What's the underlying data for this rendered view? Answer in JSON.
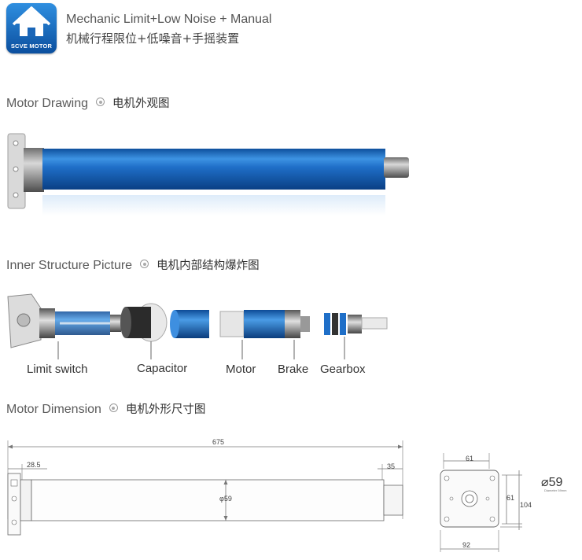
{
  "logo": {
    "text": "SCVE MOTOR"
  },
  "header": {
    "title_en": "Mechanic Limit+Low Noise + Manual",
    "title_cn": "机械行程限位+低噪音+手摇装置"
  },
  "sections": {
    "drawing": {
      "en": "Motor Drawing",
      "cn": "电机外观图"
    },
    "structure": {
      "en": "Inner Structure Picture",
      "cn": "电机内部结构爆炸图"
    },
    "dimension": {
      "en": "Motor Dimension",
      "cn": "电机外形尺寸图"
    }
  },
  "parts": {
    "limit_switch": "Limit switch",
    "capacitor": "Capacitor",
    "motor": "Motor",
    "brake": "Brake",
    "gearbox": "Gearbox"
  },
  "dimensions": {
    "total_length": "675",
    "head_length": "28.5",
    "shaft_length": "35",
    "tube_diameter": "φ59",
    "plate_width_top": "61",
    "plate_height_inner": "61",
    "plate_height": "104",
    "plate_width": "92",
    "diameter_symbol_value": "59",
    "diameter_caption": "Diameter 59mm"
  },
  "colors": {
    "tube_blue": "#1f6fc8",
    "tube_highlight": "#6fb2f0",
    "dim_line": "#777777"
  }
}
